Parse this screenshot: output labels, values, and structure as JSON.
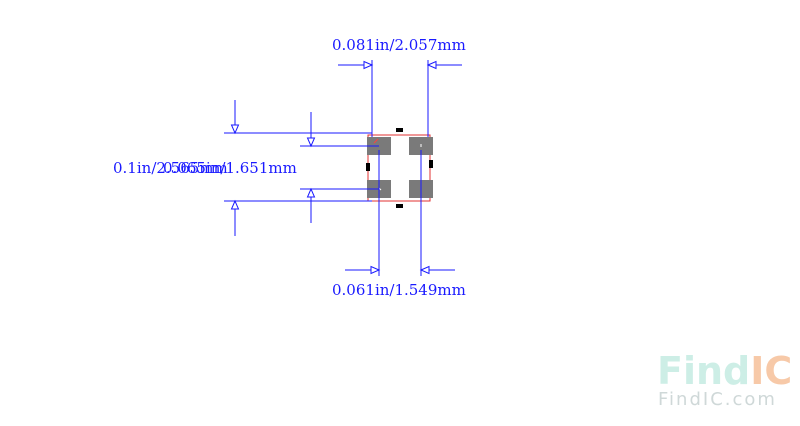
{
  "dimensions": {
    "top_width": "0.081in/2.057mm",
    "bottom_width": "0.061in/1.549mm",
    "left_height_outer": "0.1in/2.565mm",
    "left_height_inner": "0.065in/1.651mm"
  },
  "watermark": {
    "logo_part1": "Find",
    "logo_part2": "IC",
    "url": "FindIC.com"
  },
  "colors": {
    "dimension_line": "#1a1aff",
    "pad": "#7a7a7a",
    "outline": "#e03030",
    "marker": "#000000",
    "watermark_find": "#cdeee6",
    "watermark_ic": "#f7c9a8"
  }
}
